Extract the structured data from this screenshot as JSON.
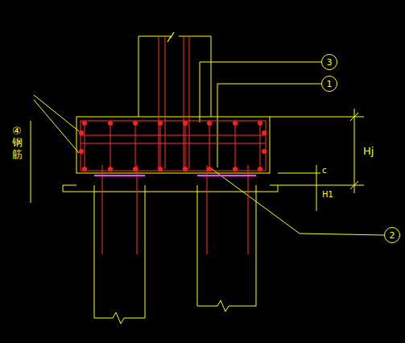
{
  "diagram": {
    "nodes": [
      {
        "text": [
          "3"
        ]
      },
      {
        "text": [
          "1"
        ]
      },
      {
        "text": [
          "2"
        ]
      }
    ],
    "labels": [
      "④钢筋",
      "Hj",
      "c",
      "H1"
    ]
  }
}
